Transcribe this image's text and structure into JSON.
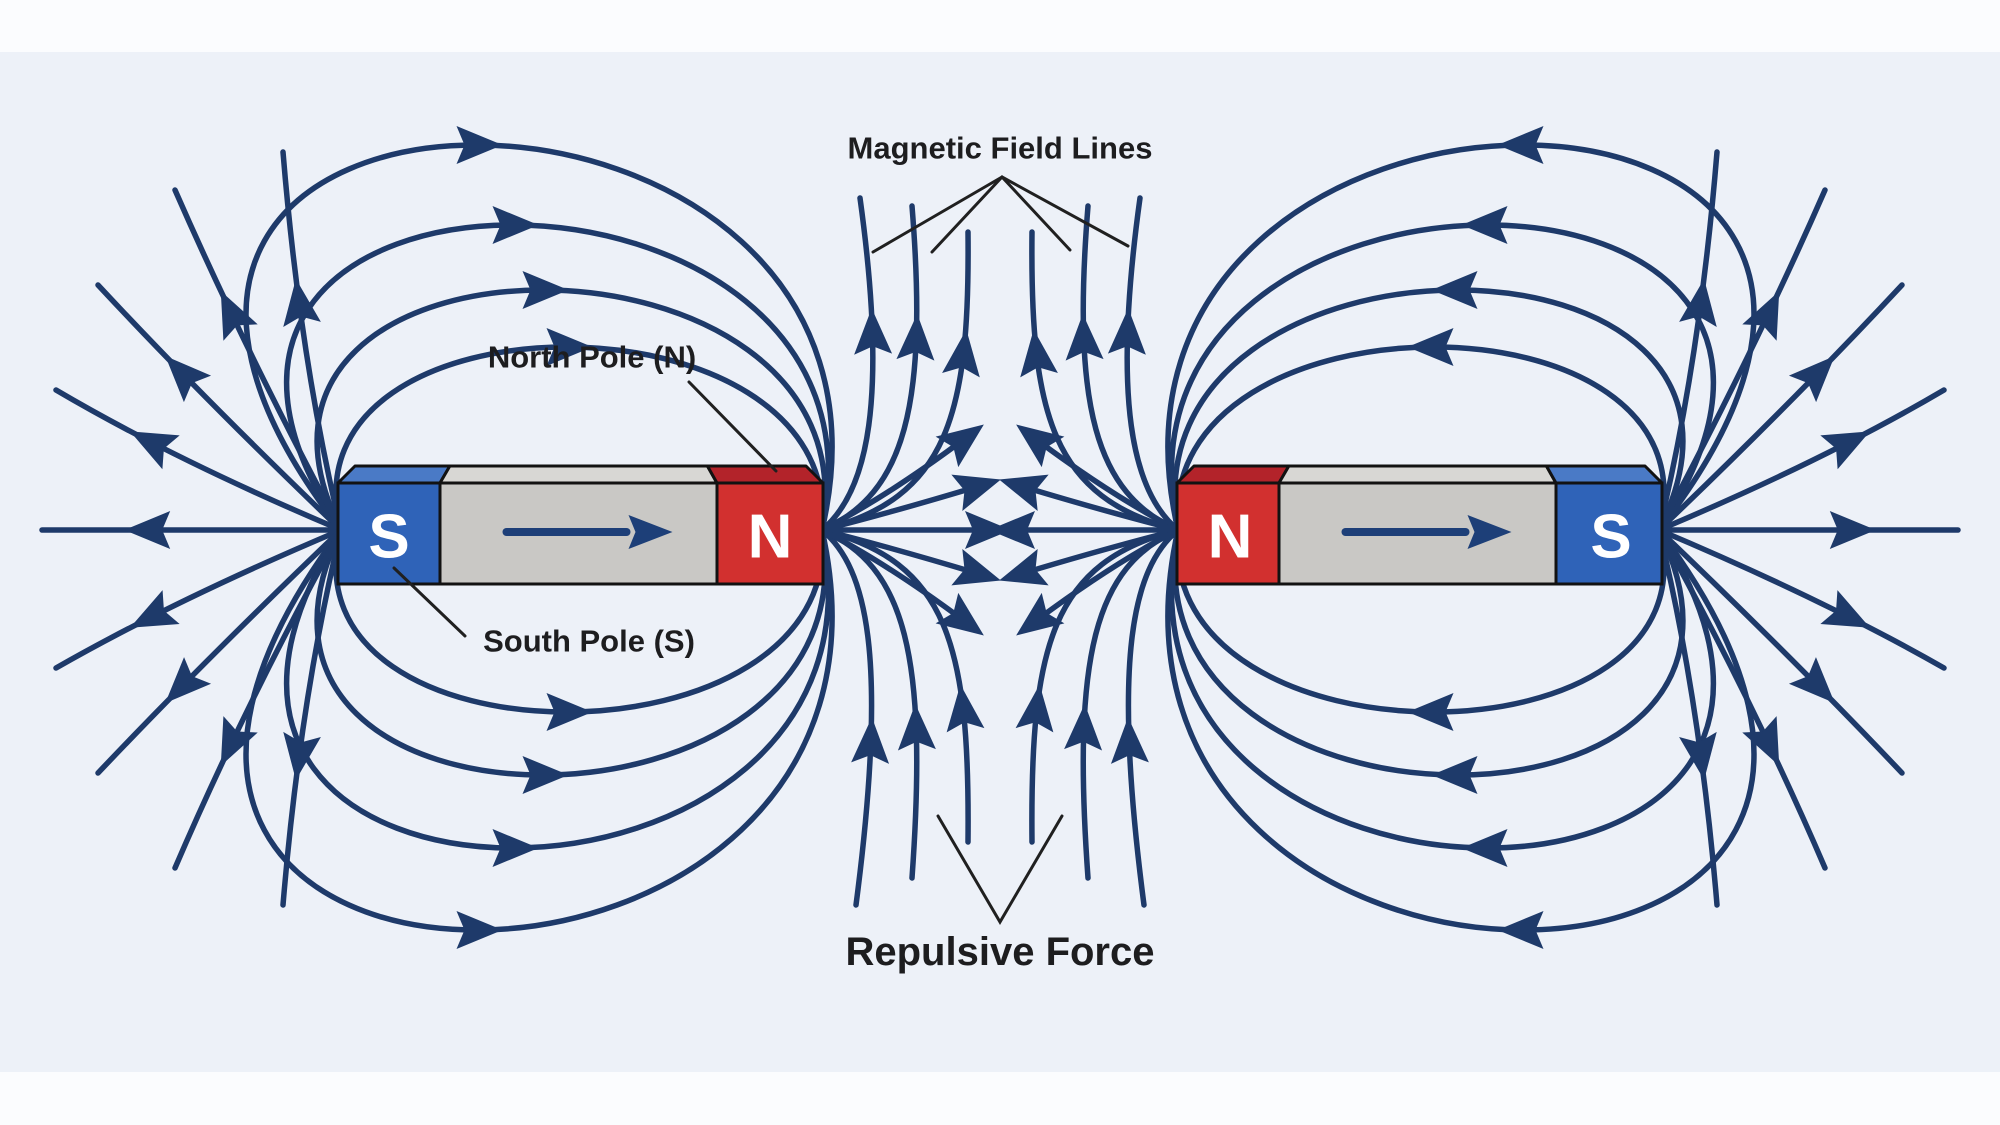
{
  "labels": {
    "field_lines": "Magnetic Field Lines",
    "north_pole": "North Pole (N)",
    "south_pole": "South Pole (S)",
    "repulsive_force": "Repulsive Force"
  },
  "magnets": {
    "left": {
      "left_pole": "S",
      "right_pole": "N"
    },
    "right": {
      "left_pole": "N",
      "right_pole": "S"
    }
  },
  "colors": {
    "background": "#edf1f8",
    "edge_band": "#fbfcfe",
    "field_line": "#1e3a6a",
    "text": "#1d1d1f",
    "pointer": "#202020",
    "pole_red": "#d2302f",
    "pole_red_top": "#b3232a",
    "pole_blue": "#2f63b8",
    "pole_blue_top": "#4a7ac6",
    "bar_gray": "#c9c8c5",
    "bar_gray_top": "#d8d7d4",
    "outline": "#121212",
    "pole_letter": "#ffffff",
    "magnet_arrow": "#1d3f78"
  }
}
